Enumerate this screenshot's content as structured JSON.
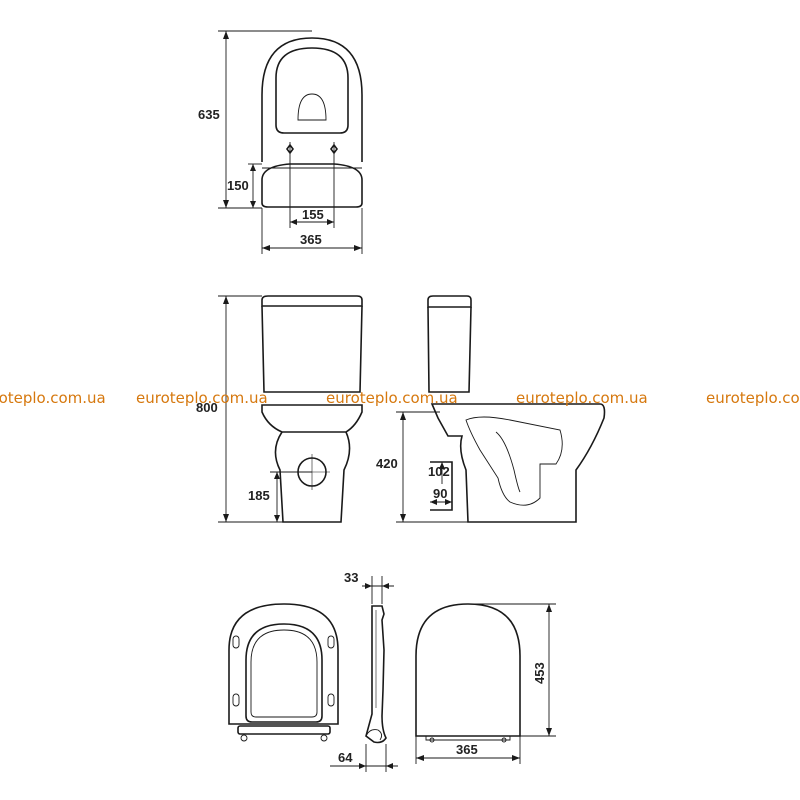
{
  "watermark": {
    "text": "euroteplo.com.ua",
    "color": "#d6780e"
  },
  "dimensions": {
    "top_view": {
      "overall_depth": "635",
      "tank_depth": "150",
      "fixing_spacing": "155",
      "width": "365"
    },
    "front_view": {
      "overall_height": "800",
      "outlet_height": "185"
    },
    "side_view": {
      "seat_height": "420",
      "outlet_offset_vertical": "102",
      "outlet_offset_horizontal": "90"
    },
    "seat_views": {
      "seat_thickness": "33",
      "hinge_depth": "64",
      "seat_width": "365",
      "seat_length": "453"
    }
  },
  "colors": {
    "line": "#1a1a1a",
    "text": "#222222",
    "background": "#ffffff"
  }
}
